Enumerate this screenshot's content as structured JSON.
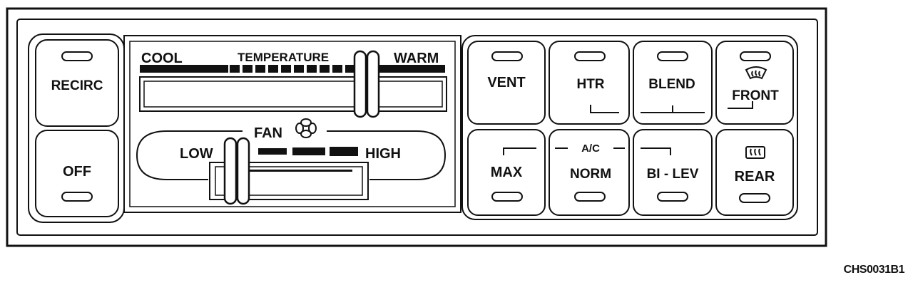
{
  "panel": {
    "left_buttons": {
      "recirc": "RECIRC",
      "off": "OFF"
    },
    "temperature": {
      "cool": "COOL",
      "title": "TEMPERATURE",
      "warm": "WARM"
    },
    "fan": {
      "title": "FAN",
      "low": "LOW",
      "high": "HIGH"
    },
    "mode_buttons": {
      "vent": "VENT",
      "htr": "HTR",
      "blend": "BLEND",
      "front": "FRONT",
      "max": "MAX",
      "ac": "A/C",
      "norm": "NORM",
      "bilev": "BI - LEV",
      "rear": "REAR"
    },
    "icons": [
      "fan-icon",
      "front-defrost-icon",
      "rear-defrost-icon"
    ]
  },
  "figure_code": "CHS0031B1"
}
